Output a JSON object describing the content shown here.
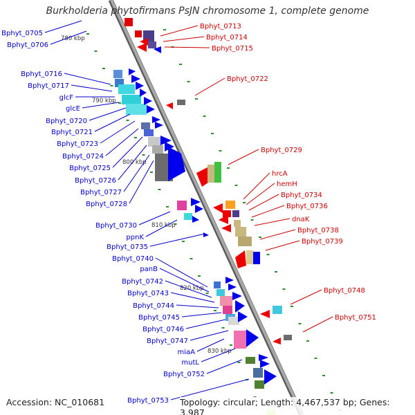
{
  "title": "Burkholderia phytofirmans PsJN chromosome 1, complete genome",
  "accession": "Accession: NC_010681",
  "summary": "Topology: circular; Length: 4,467,537 bp; Genes: 3,987",
  "colors": {
    "left_label": "#0000cc",
    "right_label": "#cc0000",
    "backbone": "#8c8c8c",
    "tick": "#2f8f2f"
  },
  "scale_labels": [
    "780 kbp",
    "790 kbp",
    "800 kbp",
    "810 kbp",
    "820 kbp",
    "830 kbp"
  ],
  "left_genes": [
    "Bphyt_0705",
    "Bphyt_0706",
    "Bphyt_0716",
    "Bphyt_0717",
    "glcF",
    "glcE",
    "Bphyt_0720",
    "Bphyt_0721",
    "Bphyt_0723",
    "Bphyt_0724",
    "Bphyt_0725",
    "Bphyt_0726",
    "Bphyt_0727",
    "Bphyt_0728",
    "Bphyt_0730",
    "ppnK",
    "Bphyt_0735",
    "Bphyt_0740",
    "panB",
    "Bphyt_0742",
    "Bphyt_0743",
    "Bphyt_0744",
    "Bphyt_0745",
    "Bphyt_0746",
    "Bphyt_0747",
    "miaA",
    "mutL",
    "Bphyt_0752",
    "Bphyt_0753"
  ],
  "right_genes": [
    "Bphyt_0713",
    "Bphyt_0714",
    "Bphyt_0715",
    "Bphyt_0722",
    "Bphyt_0729",
    "hrcA",
    "hemH",
    "Bphyt_0734",
    "Bphyt_0736",
    "dnaK",
    "Bphyt_0738",
    "Bphyt_0739",
    "Bphyt_0748",
    "Bphyt_0751"
  ]
}
